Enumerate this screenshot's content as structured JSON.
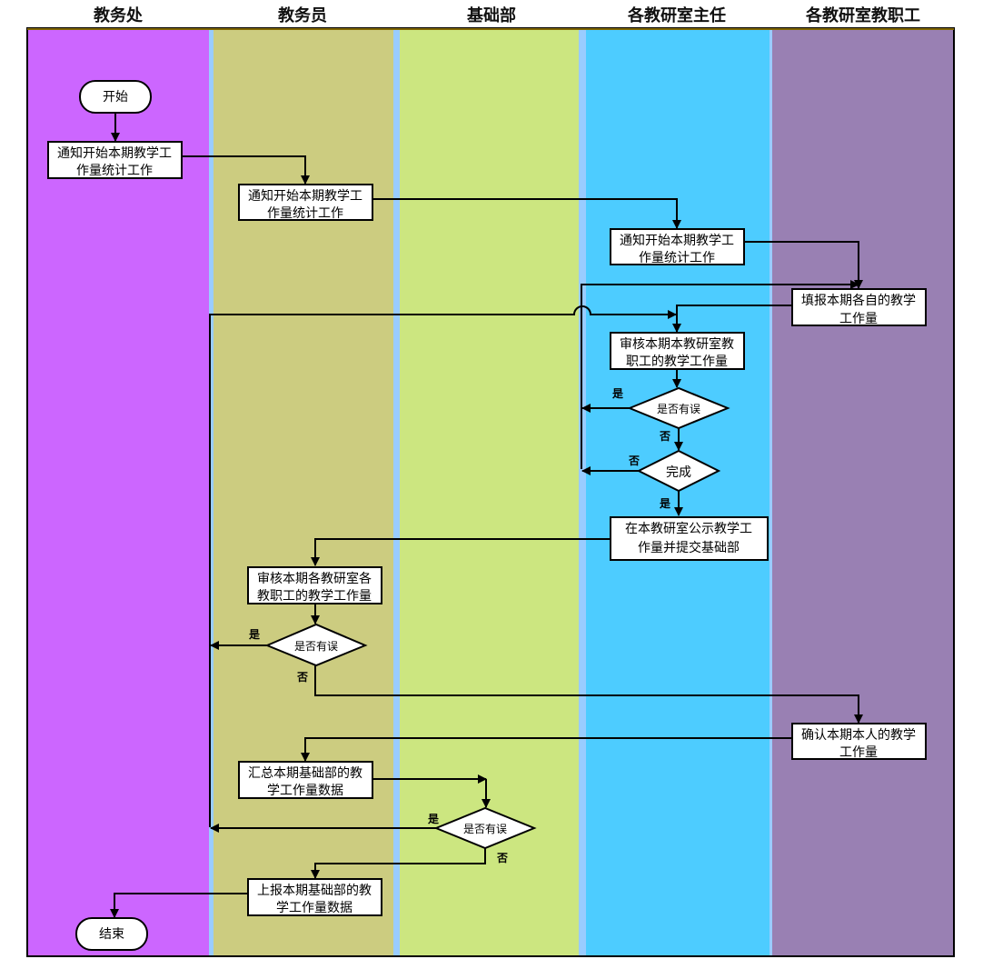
{
  "lanes": [
    {
      "label": "教务处",
      "color": "#CC66FF"
    },
    {
      "label": "教务员",
      "color": "#CCCC80"
    },
    {
      "label": "基础部",
      "color": "#CCE680"
    },
    {
      "label": "各教研室主任",
      "color": "#4DCCFF"
    },
    {
      "label": "各教研室教职工",
      "color": "#9980B3"
    }
  ],
  "separator_color": "#99CCFF",
  "nodes": {
    "start": "开始",
    "end": "结束",
    "notify1": [
      "通知开始本期教学工",
      "作量统计工作"
    ],
    "notify2": [
      "通知开始本期教学工",
      "作量统计工作"
    ],
    "notify3": [
      "通知开始本期教学工",
      "作量统计工作"
    ],
    "fill": [
      "填报本期各自的教学",
      "工作量"
    ],
    "review_dept": [
      "审核本期本教研室教",
      "职工的教学工作量"
    ],
    "check1": "是否有误",
    "complete": "完成",
    "publish": [
      "在本教研室公示教学工",
      "作量并提交基础部"
    ],
    "review_all": [
      "审核本期各教研室各",
      "教职工的教学工作量"
    ],
    "check2": "是否有误",
    "confirm": [
      "确认本期本人的教学",
      "工作量"
    ],
    "summary": [
      "汇总本期基础部的教",
      "学工作量数据"
    ],
    "check3": "是否有误",
    "report": [
      "上报本期基础部的教",
      "学工作量数据"
    ]
  },
  "edge_labels": {
    "yes": "是",
    "no": "否"
  }
}
